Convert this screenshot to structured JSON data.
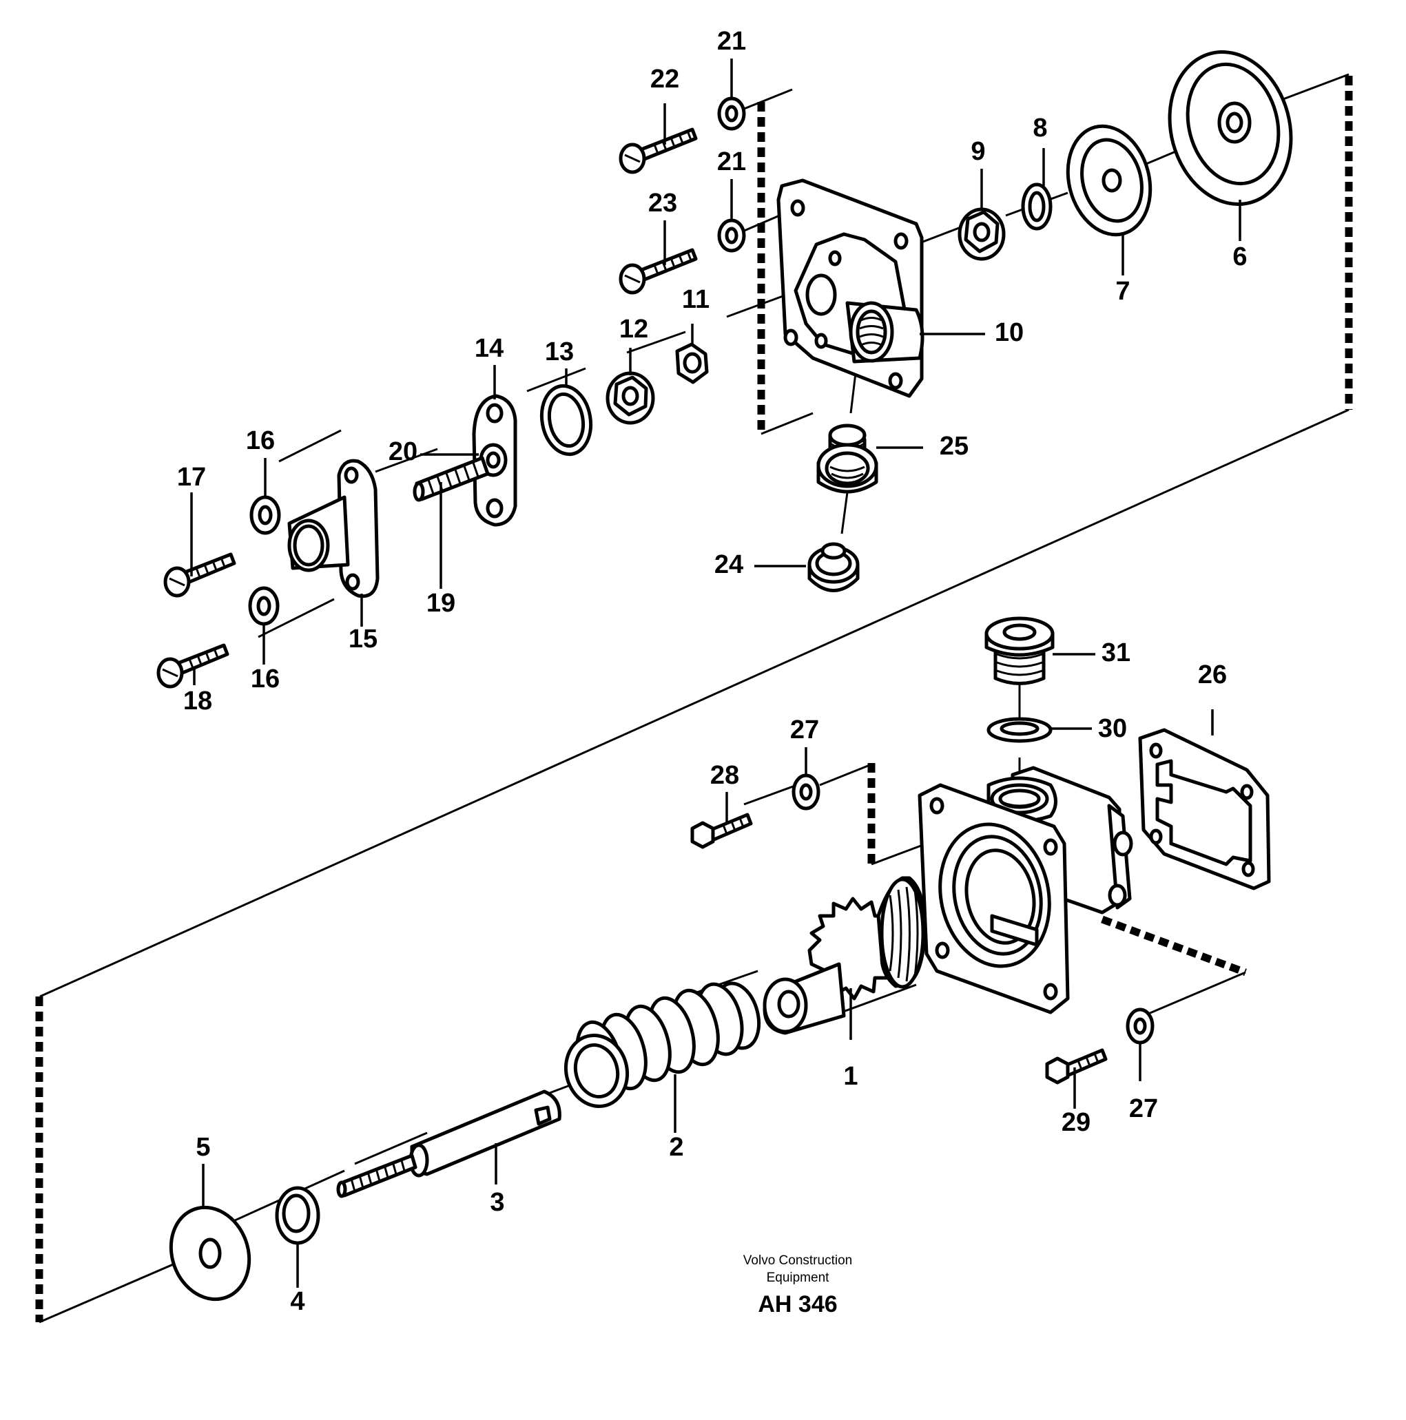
{
  "labels": {
    "l1": "1",
    "l2": "2",
    "l3": "3",
    "l4": "4",
    "l5": "5",
    "l6": "6",
    "l7": "7",
    "l8": "8",
    "l9": "9",
    "l10": "10",
    "l11": "11",
    "l12": "12",
    "l13": "13",
    "l14": "14",
    "l15": "15",
    "l16a": "16",
    "l16b": "16",
    "l17": "17",
    "l18": "18",
    "l19": "19",
    "l20": "20",
    "l21a": "21",
    "l21b": "21",
    "l22": "22",
    "l23": "23",
    "l24": "24",
    "l25": "25",
    "l26": "26",
    "l27a": "27",
    "l27b": "27",
    "l28": "28",
    "l29": "29",
    "l30": "30",
    "l31": "31"
  },
  "footer": {
    "company_line1": "Volvo Construction",
    "company_line2": "Equipment",
    "code": "AH 346"
  }
}
